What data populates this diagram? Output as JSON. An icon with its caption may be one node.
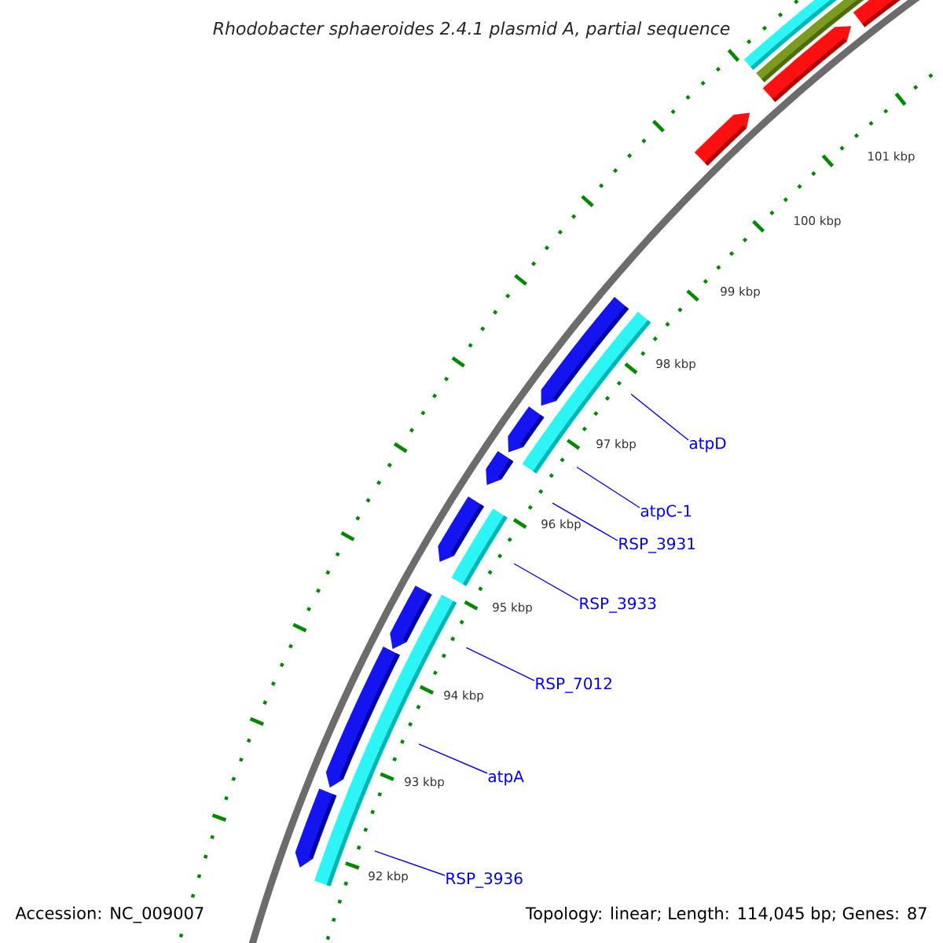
{
  "diagram": {
    "title": "Rhodobacter sphaeroides 2.4.1 plasmid A, partial sequence",
    "nodes": [
      {
        "text": [
          "atpD"
        ]
      },
      {
        "text": [
          "atpC-1"
        ]
      },
      {
        "text": [
          "RSP_3931"
        ]
      },
      {
        "text": [
          "RSP_3933"
        ]
      },
      {
        "text": [
          "RSP_7012"
        ]
      },
      {
        "text": [
          "atpA"
        ]
      },
      {
        "text": [
          "RSP_3936"
        ]
      },
      {
        "text": [],
        "shape": "bar"
      },
      {
        "text": [],
        "shape": "bar"
      },
      {
        "text": [],
        "shape": "bar"
      },
      {
        "text": [],
        "shape": "bar"
      },
      {
        "text": [],
        "shape": "bar"
      },
      {
        "text": [],
        "shape": "bar"
      },
      {
        "text": [],
        "shape": "bar"
      }
    ],
    "edges": [
      {
        "from": 0,
        "to": 7,
        "arrow": "none"
      },
      {
        "from": 1,
        "to": 8,
        "arrow": "none"
      },
      {
        "from": 2,
        "to": 9,
        "arrow": "none"
      },
      {
        "from": 3,
        "to": 10,
        "arrow": "none"
      },
      {
        "from": 4,
        "to": 11,
        "arrow": "none"
      },
      {
        "from": 5,
        "to": 12,
        "arrow": "none"
      },
      {
        "from": 6,
        "to": 13,
        "arrow": "none"
      }
    ],
    "labels": [
      "101 kbp",
      "100 kbp",
      "99 kbp",
      "98 kbp",
      "97 kbp",
      "96 kbp",
      "95 kbp",
      "94 kbp",
      "93 kbp",
      "92 kbp",
      "Accession: NC_009007",
      "Topology: linear; Length: 114,045 bp; Genes: 87"
    ]
  }
}
